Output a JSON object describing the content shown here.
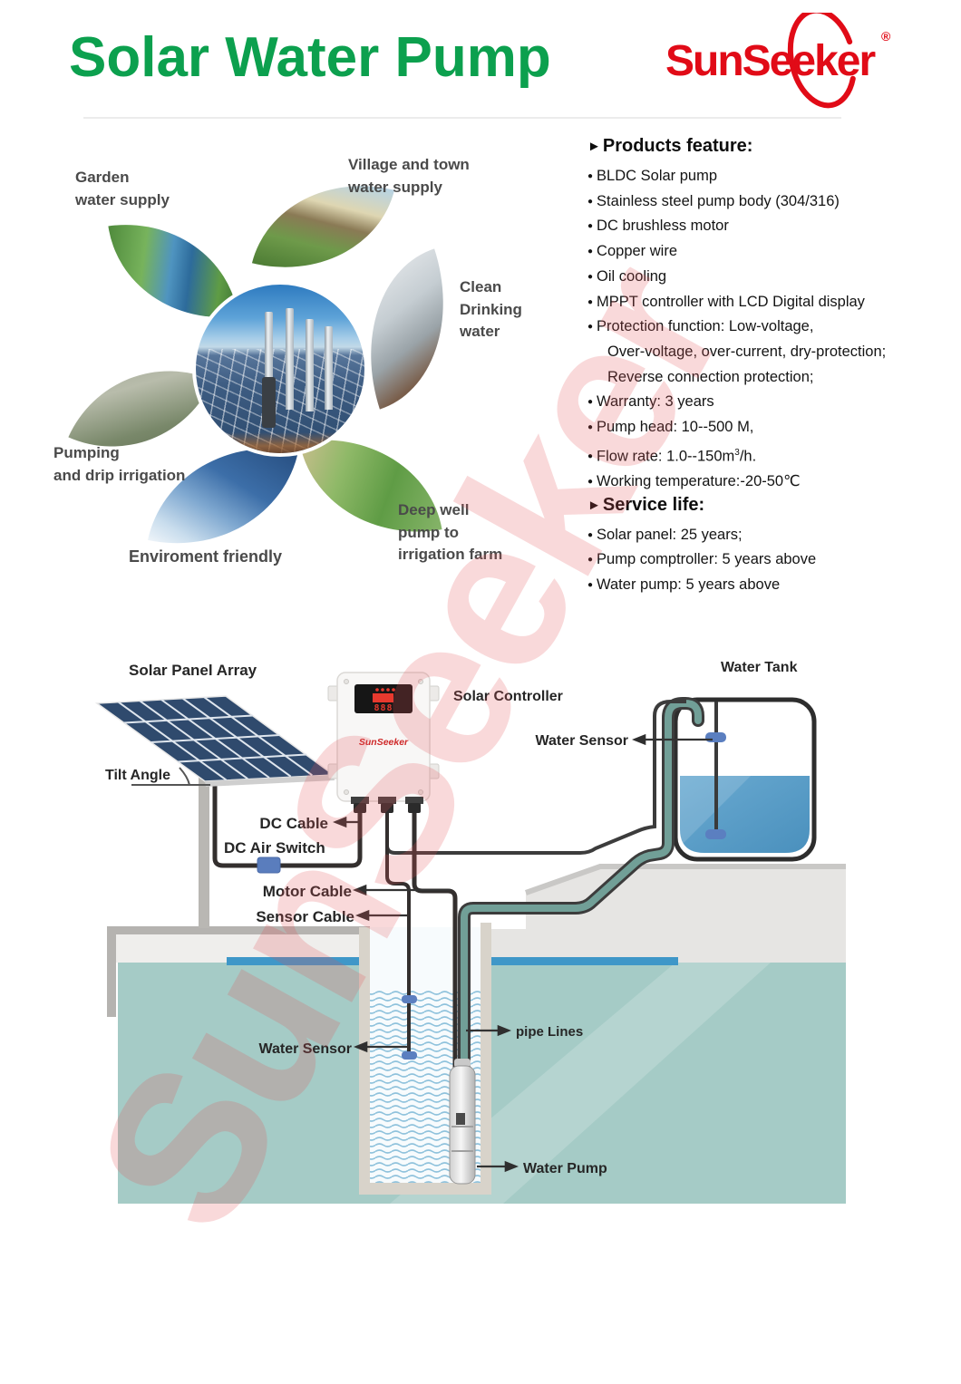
{
  "page": {
    "title": "Solar Water Pump"
  },
  "brand": {
    "name": "SunSeeker",
    "registered": "®",
    "green": "#0ca04e",
    "red": "#e10b17"
  },
  "watermark": {
    "text": "SunSeeker"
  },
  "collage": {
    "labels": {
      "garden": {
        "lines": [
          "Garden",
          "water supply"
        ]
      },
      "village": {
        "lines": [
          "Village and town",
          "water supply"
        ]
      },
      "clean": {
        "lines": [
          "Clean",
          "Drinking",
          "water"
        ]
      },
      "pumping": {
        "lines": [
          "Pumping",
          "and drip irrigation"
        ]
      },
      "environment": {
        "lines": [
          "Enviroment friendly"
        ]
      },
      "deepwell": {
        "lines": [
          "Deep well",
          "pump to",
          "irrigation farm"
        ]
      }
    }
  },
  "features": {
    "marker": "►",
    "bullet": "●",
    "header": "Products feature:",
    "items": [
      {
        "bullet": true,
        "text": "BLDC Solar pump"
      },
      {
        "bullet": true,
        "text": "Stainless steel pump body (304/316)"
      },
      {
        "bullet": true,
        "text": "DC brushless motor"
      },
      {
        "bullet": true,
        "text": "Copper wire"
      },
      {
        "bullet": true,
        "text": "Oil cooling"
      },
      {
        "bullet": true,
        "text": "MPPT controller with LCD Digital display"
      },
      {
        "bullet": true,
        "text": "Protection function: Low-voltage,"
      },
      {
        "bullet": false,
        "text": "Over-voltage, over-current, dry-protection;"
      },
      {
        "bullet": false,
        "text": "Reverse connection protection;"
      },
      {
        "bullet": true,
        "text": "Warranty: 3 years"
      },
      {
        "bullet": true,
        "text": "Pump head: 10--500 M,"
      },
      {
        "bullet": true,
        "text": "Flow rate: 1.0--150m",
        "sup": "3",
        "post": "/h."
      },
      {
        "bullet": true,
        "text": "Working temperature:-20-50℃"
      }
    ]
  },
  "service": {
    "header": "Service life:",
    "items": [
      {
        "bullet": true,
        "text": "Solar panel: 25 years;"
      },
      {
        "bullet": true,
        "text": "Pump comptroller: 5 years above"
      },
      {
        "bullet": true,
        "text": "Water pump: 5 years above"
      }
    ]
  },
  "diagram": {
    "labels": {
      "solar_panel_array": "Solar Panel Array",
      "tilt_angle": "Tilt Angle",
      "dc_cable": "DC Cable",
      "dc_air_switch": "DC Air Switch",
      "motor_cable": "Motor Cable",
      "sensor_cable": "Sensor Cable",
      "solar_controller": "Solar Controller",
      "water_sensor_top": "Water Sensor",
      "water_tank": "Water Tank",
      "water_sensor_bottom": "Water Sensor",
      "pipe_lines": "pipe Lines",
      "water_pump": "Water Pump",
      "controller_display": "888",
      "controller_logo": "SunSeeker"
    }
  }
}
